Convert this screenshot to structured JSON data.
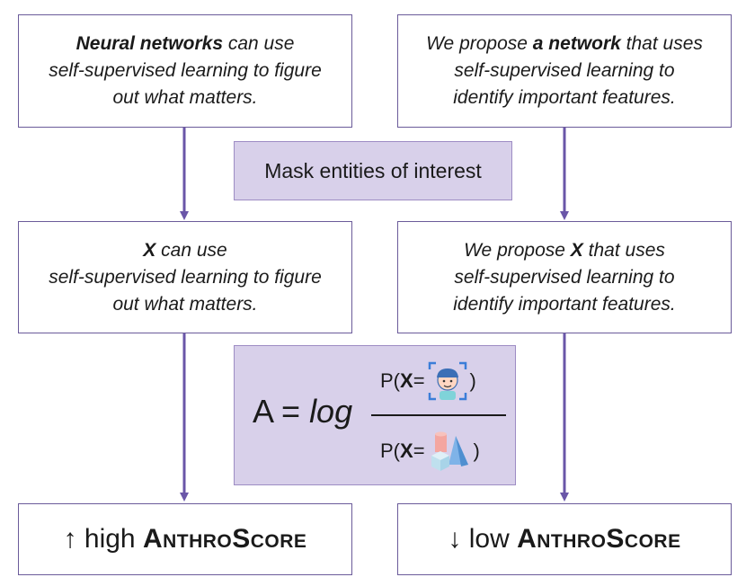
{
  "left_column": {
    "top_box": {
      "bold": "Neural networks",
      "line1_rest": " can use",
      "line2": "self-supervised learning to figure",
      "line3": "out what matters."
    },
    "masked_box": {
      "bold": "X",
      "line1_rest": " can use",
      "line2": "self-supervised learning to figure",
      "line3": "out what matters."
    },
    "result_box": {
      "arrow": "↑",
      "label": " high ",
      "score_name": "AnthroScore"
    }
  },
  "right_column": {
    "top_box": {
      "prefix": "We propose ",
      "bold": "a network",
      "line1_rest": " that uses",
      "line2": "self-supervised learning to",
      "line3": "identify important features."
    },
    "masked_box": {
      "prefix": "We propose ",
      "bold": "X",
      "line1_rest": " that uses",
      "line2": "self-supervised learning to",
      "line3": "identify important features."
    },
    "result_box": {
      "arrow": "↓",
      "label": " low ",
      "score_name": "AnthroScore"
    }
  },
  "mask_step": {
    "label": "Mask entities of interest"
  },
  "formula": {
    "lhs": "A = ",
    "log": "log",
    "numerator_prefix": "P(",
    "var": "X",
    "eq": " = ",
    "close": ")",
    "numerator_icon": "person-face-icon",
    "denominator_icon": "geometric-objects-icon"
  },
  "colors": {
    "border": "#6b5b9a",
    "arrow": "#6a56a8",
    "lavender_fill": "#d8d0ea"
  }
}
